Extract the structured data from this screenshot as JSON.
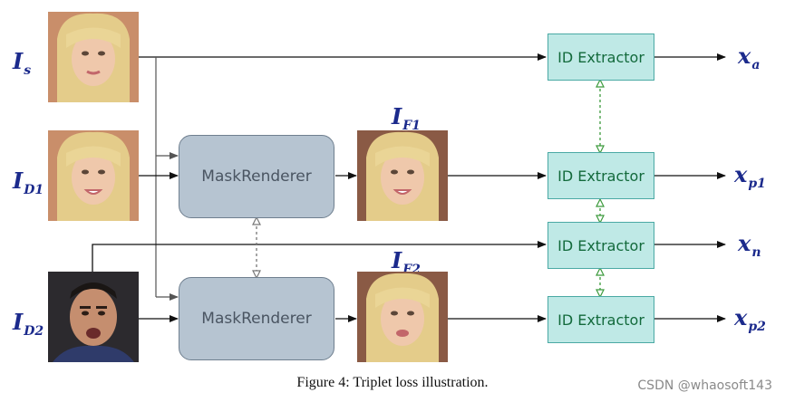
{
  "inputs": [
    {
      "main": "I",
      "sub": "s"
    },
    {
      "main": "I",
      "sub": "D1"
    },
    {
      "main": "I",
      "sub": "D2"
    }
  ],
  "fakes": [
    {
      "main": "I",
      "sub": "F1"
    },
    {
      "main": "I",
      "sub": "F2"
    }
  ],
  "renderer_label": "MaskRenderer",
  "extractor_label": "ID Extractor",
  "outputs": [
    {
      "main": "x",
      "sub": "a"
    },
    {
      "main": "x",
      "sub": "p1"
    },
    {
      "main": "x",
      "sub": "n"
    },
    {
      "main": "x",
      "sub": "p2"
    }
  ],
  "caption": "Figure 4: Triplet loss illustration.",
  "watermark": "CSDN @whaosoft143",
  "colors": {
    "label": "#1b2a8c",
    "renderer_fill": "#b6c4d1",
    "extractor_fill": "#bfe9e6",
    "shared_link": "#3c9a3c",
    "renderer_link": "#777777"
  }
}
